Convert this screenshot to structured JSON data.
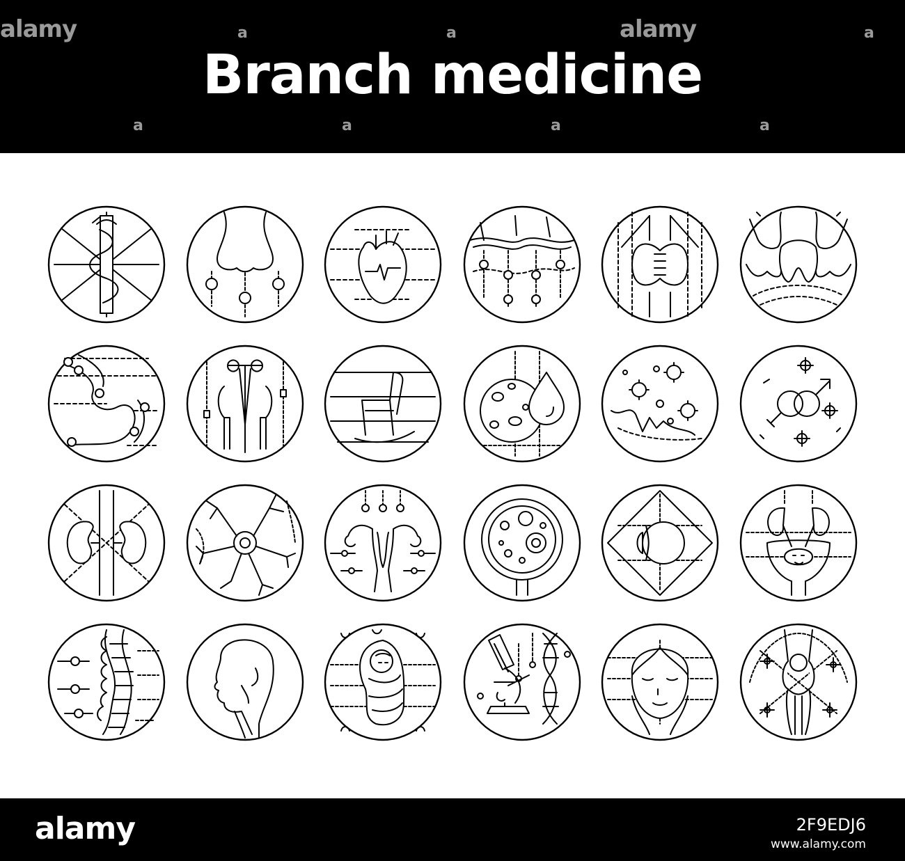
{
  "header": {
    "title": "Branch medicine",
    "watermark": "alamy",
    "watermark_mark": "a"
  },
  "icons": [
    {
      "name": "caduceus-icon"
    },
    {
      "name": "nose-icon"
    },
    {
      "name": "heart-icon"
    },
    {
      "name": "skin-layers-icon"
    },
    {
      "name": "thyroid-icon"
    },
    {
      "name": "teeth-icon"
    },
    {
      "name": "stomach-icon"
    },
    {
      "name": "surgery-tools-icon"
    },
    {
      "name": "rocking-chair-icon"
    },
    {
      "name": "blood-drop-icon"
    },
    {
      "name": "bacteria-icon"
    },
    {
      "name": "gender-symbols-icon"
    },
    {
      "name": "kidneys-icon"
    },
    {
      "name": "neuron-icon"
    },
    {
      "name": "uterus-icon"
    },
    {
      "name": "magnifier-cells-icon"
    },
    {
      "name": "eye-icon"
    },
    {
      "name": "urinary-system-icon"
    },
    {
      "name": "spine-icon"
    },
    {
      "name": "head-profile-icon"
    },
    {
      "name": "newborn-icon"
    },
    {
      "name": "microscope-dna-icon"
    },
    {
      "name": "face-icon"
    },
    {
      "name": "knee-joint-icon"
    }
  ],
  "footer": {
    "logo": "alamy",
    "image_id": "2F9EDJ6",
    "url": "www.alamy.com"
  },
  "colors": {
    "background": "#ffffff",
    "band": "#000000",
    "stroke": "#000000",
    "watermark": "#9a9a9a"
  }
}
